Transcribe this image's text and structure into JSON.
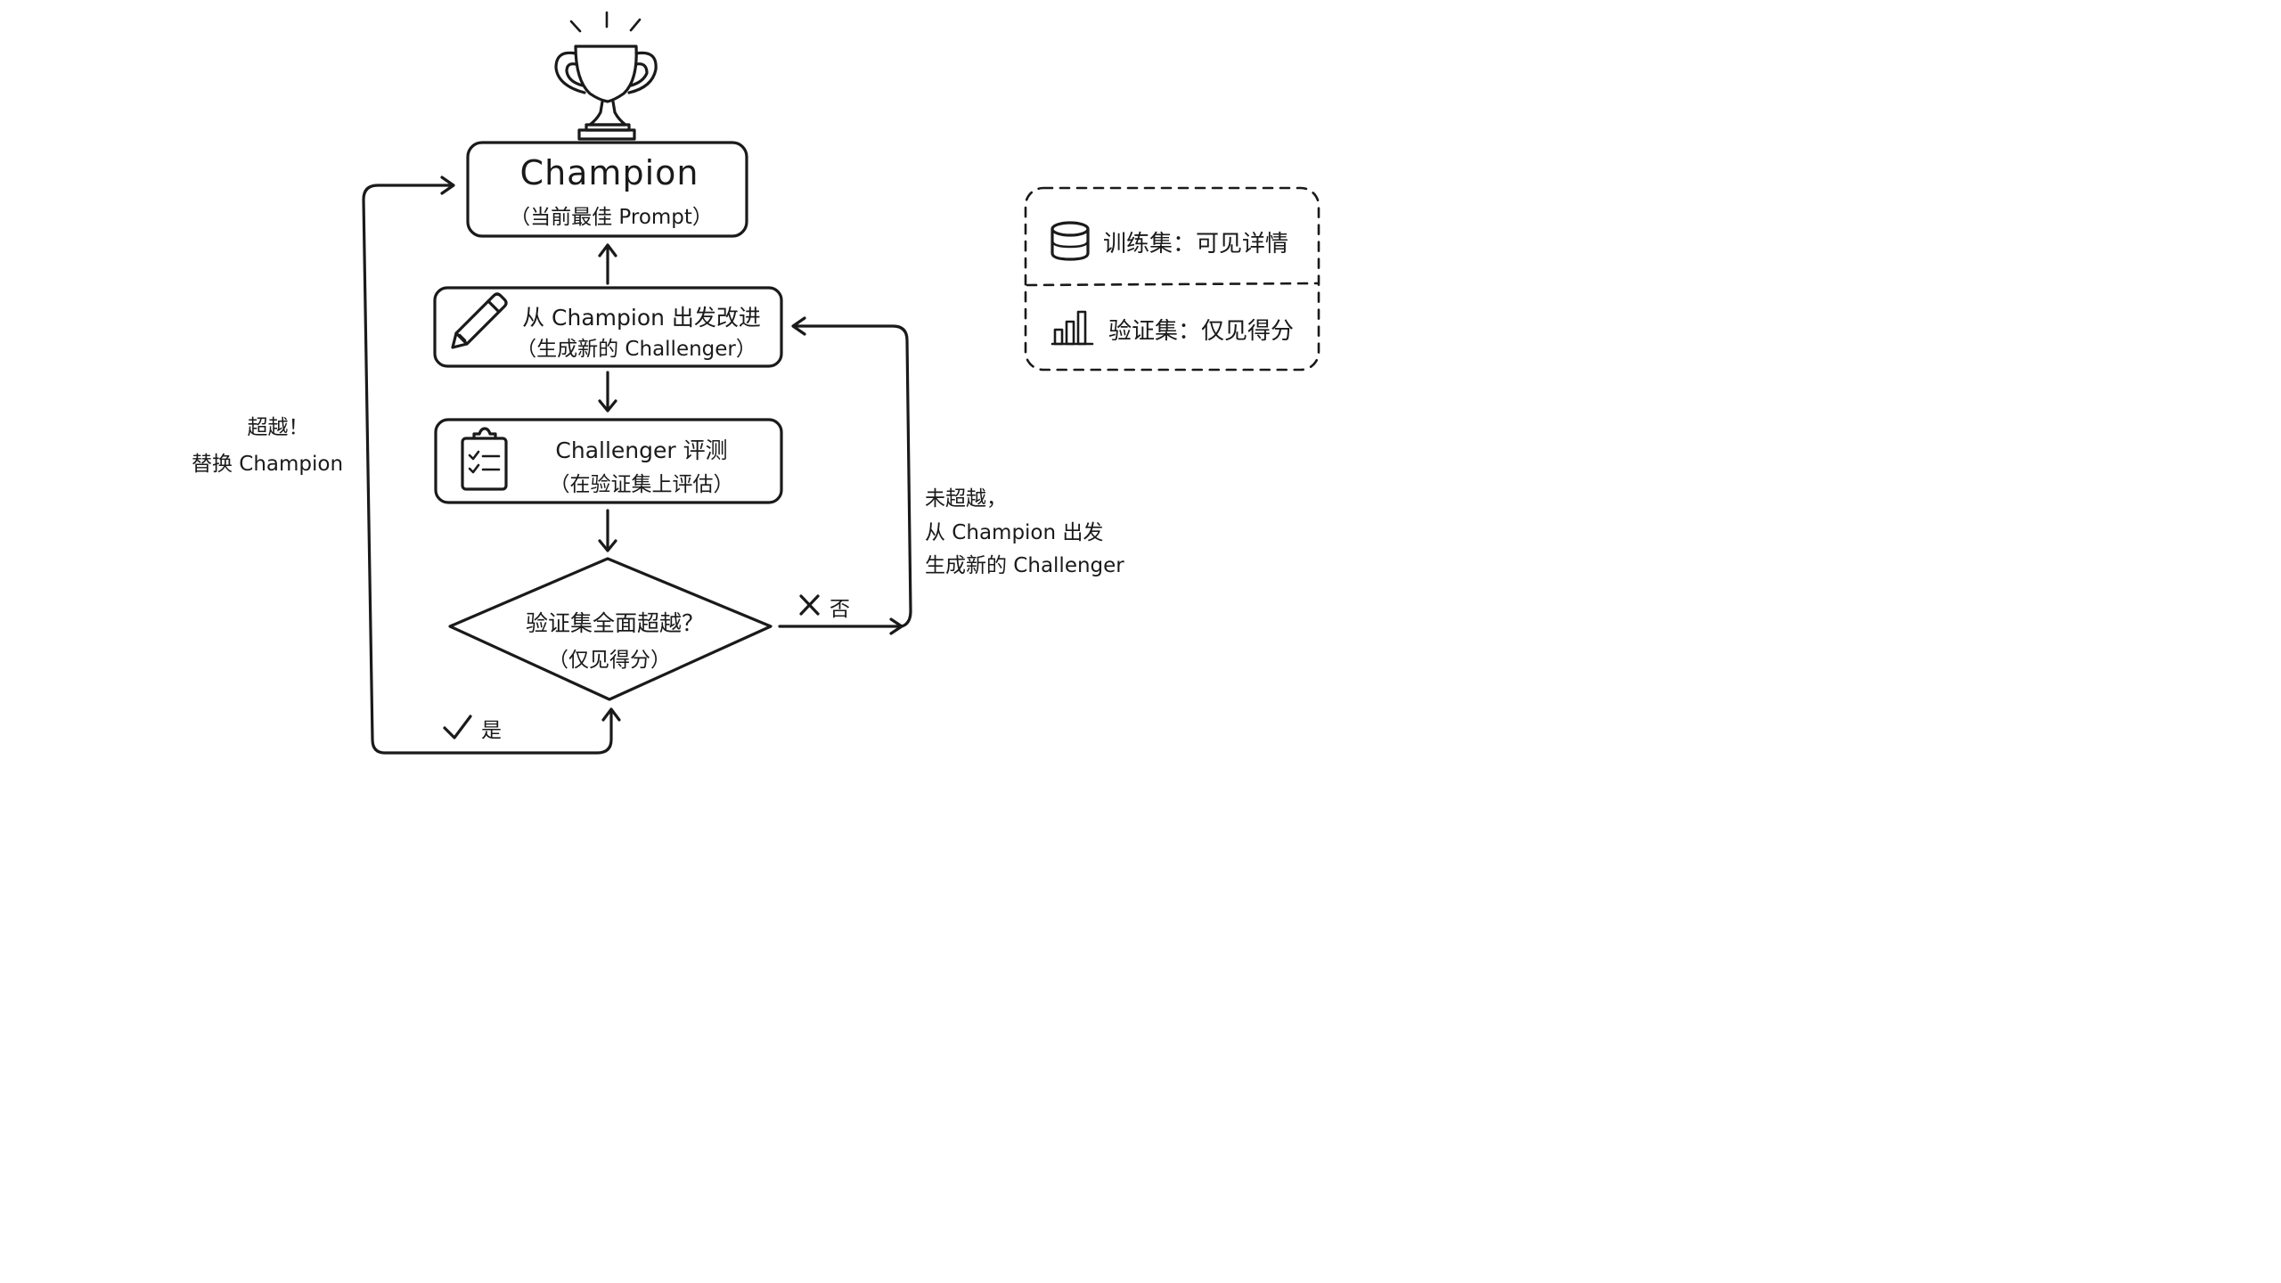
{
  "champion": {
    "title": "Champion",
    "subtitle": "（当前最佳 Prompt）"
  },
  "improve_step": {
    "line1": "从 Champion 出发改进",
    "line2": "（生成新的 Challenger）"
  },
  "evaluate_step": {
    "line1": "Challenger 评测",
    "line2": "（在验证集上评估）"
  },
  "decision": {
    "line1": "验证集全面超越？",
    "line2": "（仅见得分）"
  },
  "yes_branch": {
    "label": "是",
    "note_line1": "超越！",
    "note_line2": "替换 Champion"
  },
  "no_branch": {
    "label": "否",
    "note_line1": "未超越，",
    "note_line2": "从 Champion 出发",
    "note_line3": "生成新的 Challenger"
  },
  "legend": {
    "train": "训练集：可见详情",
    "validation": "验证集：仅见得分"
  },
  "icons": {
    "trophy": "trophy-icon",
    "pencil": "pencil-icon",
    "clipboard": "clipboard-checklist-icon",
    "database": "database-icon",
    "bar_chart": "bar-chart-icon",
    "check": "check-icon",
    "cross": "cross-icon"
  }
}
